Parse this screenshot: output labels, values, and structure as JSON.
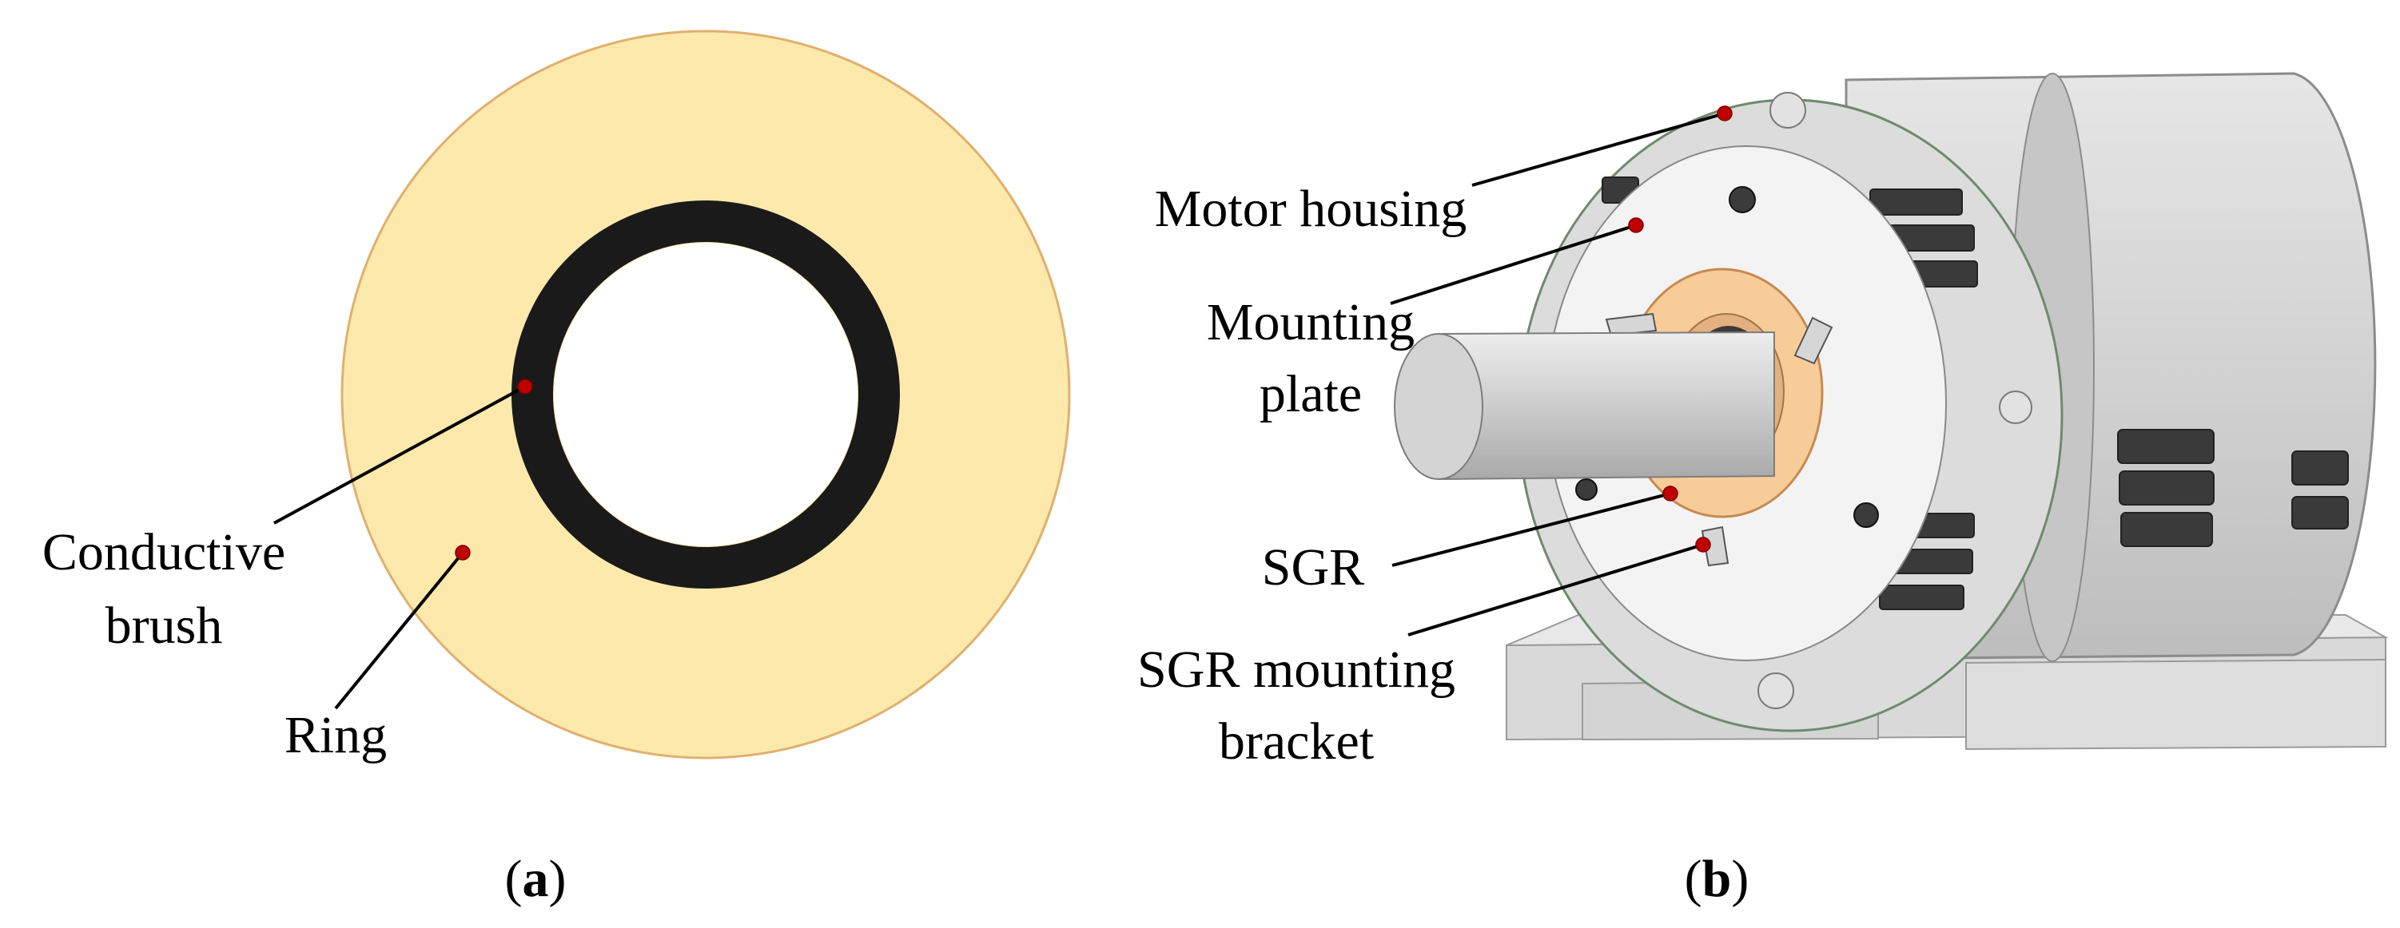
{
  "panel_a": {
    "labels": {
      "brush_line1": "Conductive",
      "brush_line2": "brush",
      "ring": "Ring"
    },
    "caption": {
      "open": "(",
      "letter": "a",
      "close": ")"
    }
  },
  "panel_b": {
    "labels": {
      "housing": "Motor housing",
      "plate_line1": "Mounting",
      "plate_line2": "plate",
      "sgr": "SGR",
      "bracket_line1": "SGR mounting",
      "bracket_line2": "bracket"
    },
    "caption": {
      "open": "(",
      "letter": "b",
      "close": ")"
    }
  },
  "colors": {
    "ring": "#fde9ac",
    "brush": "#1a1a1a",
    "pointer": "#c00000",
    "motor_body": "#d6d6d6",
    "sgr_ring": "#f7cc98"
  }
}
